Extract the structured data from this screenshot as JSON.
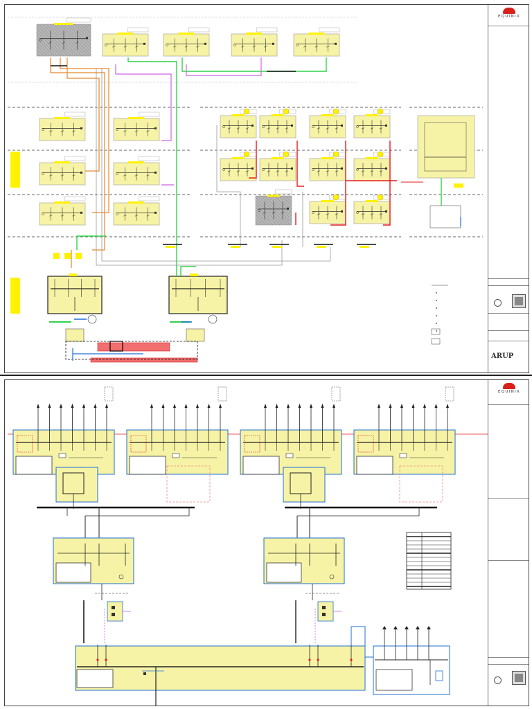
{
  "sheets": [
    {
      "logo_text": "EQUINIX",
      "consultant": "ARUP"
    },
    {
      "logo_text": "EQUINIX"
    }
  ],
  "colors": {
    "panel_fill": "#f7f3a6",
    "panel_highlight": "#fff200",
    "feed_orange": "#e8862a",
    "feed_green": "#2fd24a",
    "feed_magenta": "#d062e6",
    "feed_red": "#e31b1b",
    "feed_blue": "#1f6fd6",
    "bus_black": "#111111",
    "hatched": "#b5b5b5",
    "logo_red": "#d9211c"
  },
  "icons": [
    "equinix-logo-icon",
    "north-arrow-icon",
    "stamp-icon"
  ]
}
